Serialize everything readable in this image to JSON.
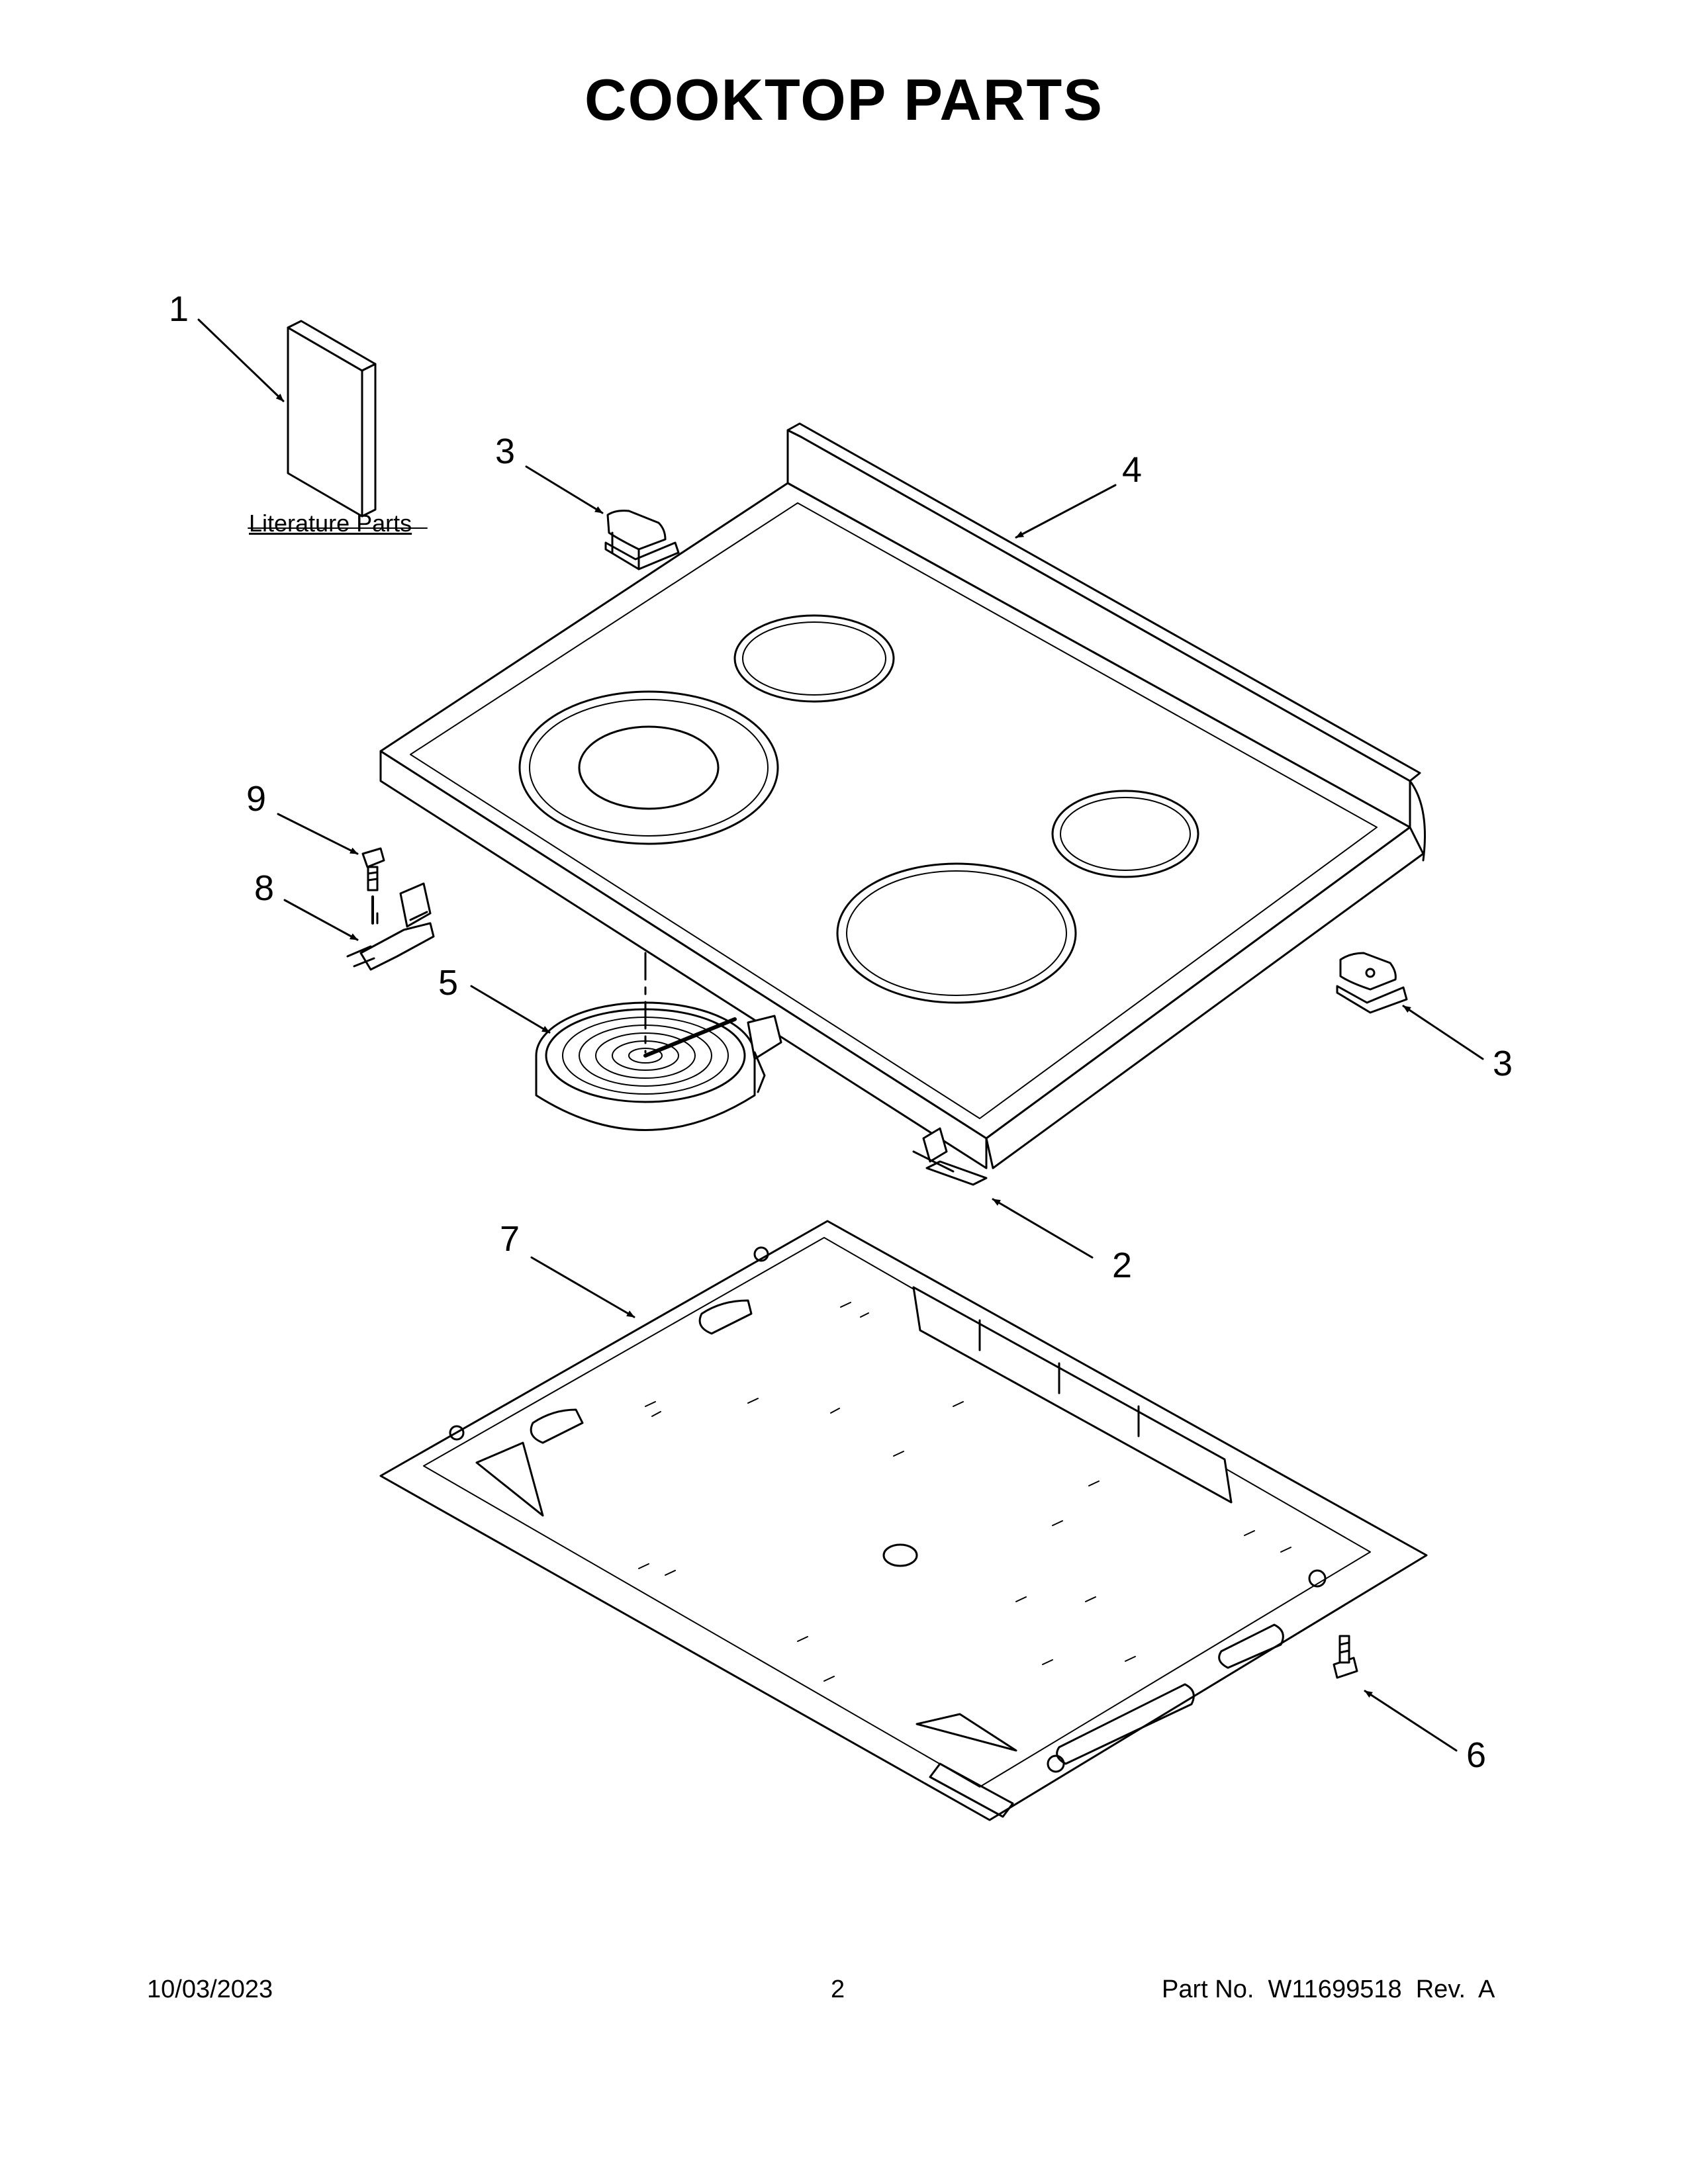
{
  "title": "COOKTOP PARTS",
  "literature_label": "Literature Parts",
  "callouts": {
    "c1": "1",
    "c2": "2",
    "c3a": "3",
    "c3b": "3",
    "c4": "4",
    "c5": "5",
    "c6": "6",
    "c7": "7",
    "c8": "8",
    "c9": "9"
  },
  "footer": {
    "date": "10/03/2023",
    "page": "2",
    "part_no": "Part No.  W11699518  Rev.  A"
  }
}
